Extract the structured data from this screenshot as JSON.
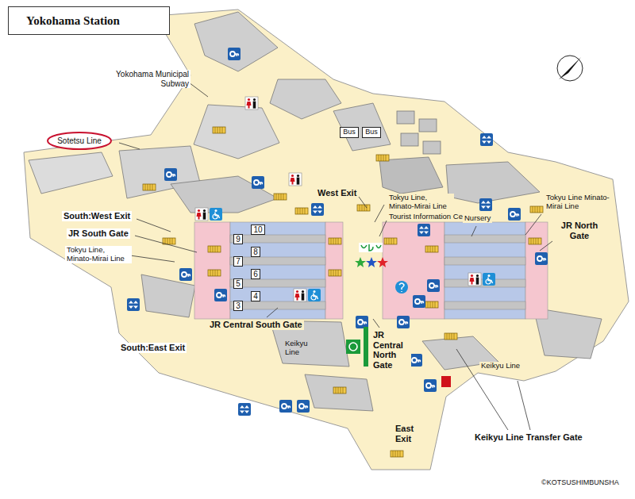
{
  "diagram": {
    "title": "Yokohama Station",
    "nodes": [
      {
        "text": [
          "Sotetsu Line"
        ]
      },
      {
        "text": [
          "Bus"
        ]
      },
      {
        "text": [
          "Bus"
        ]
      },
      {
        "text": [
          "10"
        ]
      },
      {
        "text": [
          "9"
        ]
      },
      {
        "text": [
          "8"
        ]
      },
      {
        "text": [
          "7"
        ]
      },
      {
        "text": [
          "6"
        ]
      },
      {
        "text": [
          "5"
        ]
      },
      {
        "text": [
          "4"
        ]
      },
      {
        "text": [
          "3"
        ]
      }
    ],
    "labels": [
      "Yokohama Municipal Subway",
      "West Exit",
      "Tokyu Line, Minato-Mirai Line",
      "Tourist Information Center",
      "Nursery",
      "Tokyu Line Minato-Mirai Line",
      "JR North Gate",
      "South:West Exit",
      "JR South Gate",
      "Tokyu Line, Minato-Mirai Line",
      "JR Central South Gate",
      "South:East Exit",
      "Keikyu Line",
      "JR Central North Gate",
      "Keikyu Line",
      "East Exit",
      "Keikyu Line Transfer Gate",
      "©KOTSUSHIMBUNSHA"
    ]
  }
}
